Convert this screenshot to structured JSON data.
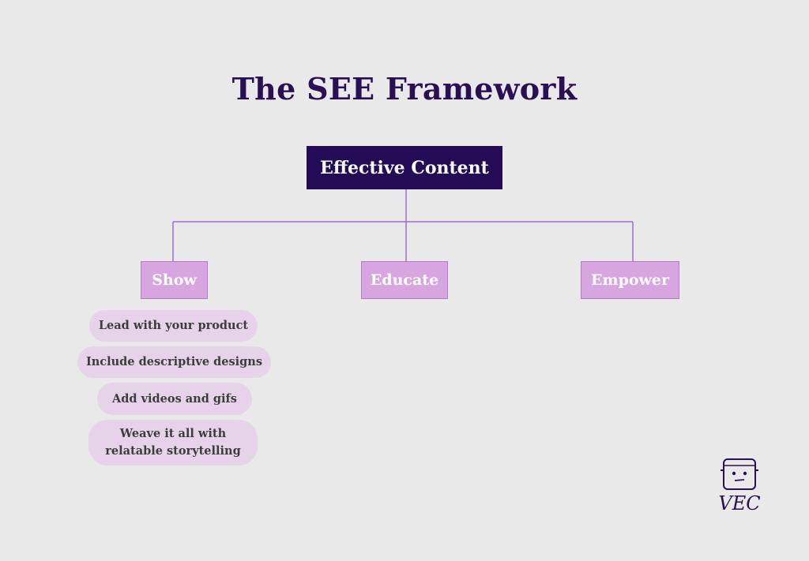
{
  "title": "The SEE Framework",
  "root": {
    "label": "Effective Content"
  },
  "children": [
    {
      "label": "Show"
    },
    {
      "label": "Educate"
    },
    {
      "label": "Empower"
    }
  ],
  "show_items": [
    "Lead with your product",
    "Include  descriptive designs",
    "Add videos and gifs",
    "Weave it all with\nrelatable storytelling"
  ],
  "logo": {
    "text": "VEC"
  },
  "colors": {
    "background": "#e9e9e9",
    "title": "#2a0f55",
    "root_box": "#230b55",
    "child_box": "#d7a6e0",
    "pill": "#e6d3ea",
    "connector": "#9b6fcf"
  }
}
